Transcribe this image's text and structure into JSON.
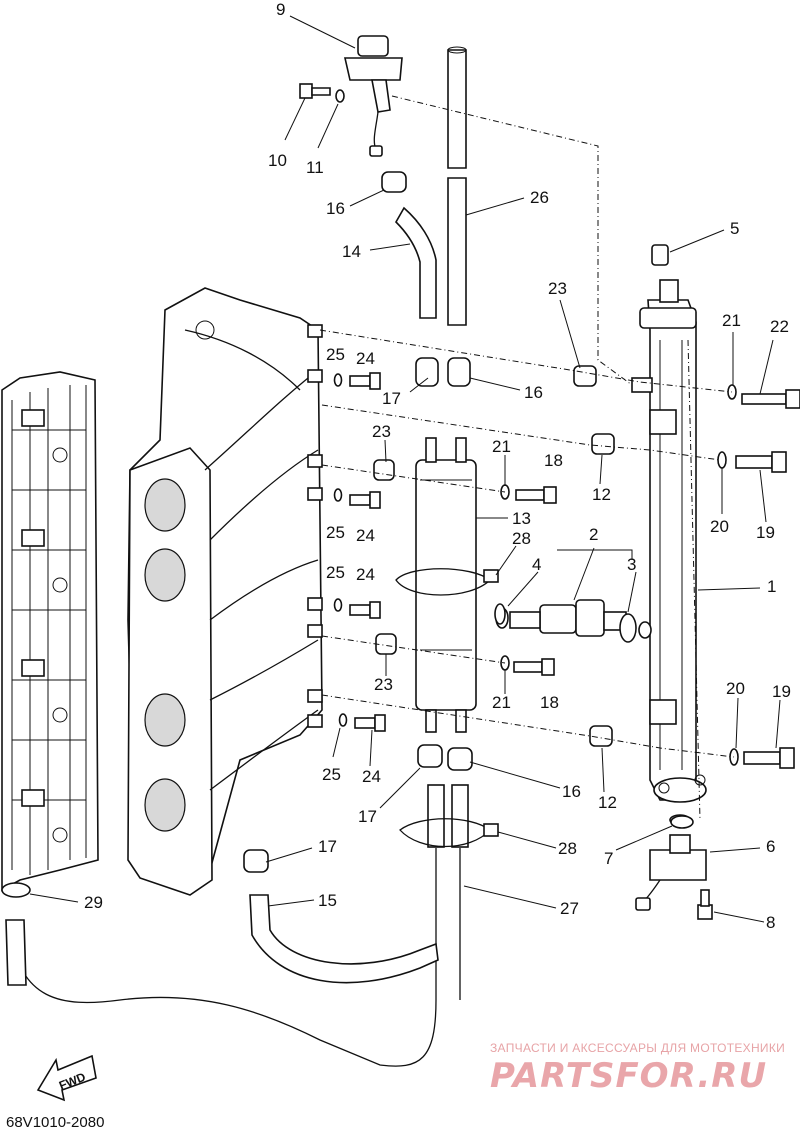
{
  "diagram_code": "68V1010-2080",
  "fwd_label": "FWD",
  "watermark": {
    "line1": "ЗАПЧАСТИ И АКСЕССУАРЫ ДЛЯ МОТОТЕХНИКИ",
    "line2": "PARTSFOR.RU"
  },
  "callouts": [
    {
      "id": "c9",
      "label": "9"
    },
    {
      "id": "c10",
      "label": "10"
    },
    {
      "id": "c11",
      "label": "11"
    },
    {
      "id": "c16a",
      "label": "16"
    },
    {
      "id": "c26",
      "label": "26"
    },
    {
      "id": "c14",
      "label": "14"
    },
    {
      "id": "c5",
      "label": "5"
    },
    {
      "id": "c23a",
      "label": "23"
    },
    {
      "id": "c21a",
      "label": "21"
    },
    {
      "id": "c22",
      "label": "22"
    },
    {
      "id": "c25a",
      "label": "25"
    },
    {
      "id": "c24a",
      "label": "24"
    },
    {
      "id": "c17a",
      "label": "17"
    },
    {
      "id": "c16b",
      "label": "16"
    },
    {
      "id": "c23b",
      "label": "23"
    },
    {
      "id": "c21b",
      "label": "21"
    },
    {
      "id": "c18a",
      "label": "18"
    },
    {
      "id": "c12a",
      "label": "12"
    },
    {
      "id": "c20a",
      "label": "20"
    },
    {
      "id": "c19a",
      "label": "19"
    },
    {
      "id": "c25b",
      "label": "25"
    },
    {
      "id": "c24b",
      "label": "24"
    },
    {
      "id": "c13",
      "label": "13"
    },
    {
      "id": "c28a",
      "label": "28"
    },
    {
      "id": "c2",
      "label": "2"
    },
    {
      "id": "c4",
      "label": "4"
    },
    {
      "id": "c3",
      "label": "3"
    },
    {
      "id": "c1",
      "label": "1"
    },
    {
      "id": "c25c",
      "label": "25"
    },
    {
      "id": "c24c",
      "label": "24"
    },
    {
      "id": "c23c",
      "label": "23"
    },
    {
      "id": "c21c",
      "label": "21"
    },
    {
      "id": "c18b",
      "label": "18"
    },
    {
      "id": "c20b",
      "label": "20"
    },
    {
      "id": "c19b",
      "label": "19"
    },
    {
      "id": "c25d",
      "label": "25"
    },
    {
      "id": "c24d",
      "label": "24"
    },
    {
      "id": "c12b",
      "label": "12"
    },
    {
      "id": "c17b",
      "label": "17"
    },
    {
      "id": "c16c",
      "label": "16"
    },
    {
      "id": "c7",
      "label": "7"
    },
    {
      "id": "c6",
      "label": "6"
    },
    {
      "id": "c28b",
      "label": "28"
    },
    {
      "id": "c17c",
      "label": "17"
    },
    {
      "id": "c15",
      "label": "15"
    },
    {
      "id": "c27",
      "label": "27"
    },
    {
      "id": "c29",
      "label": "29"
    },
    {
      "id": "c8",
      "label": "8"
    }
  ]
}
